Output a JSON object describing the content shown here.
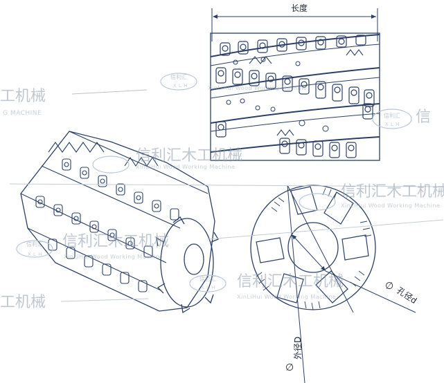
{
  "dimensions": {
    "length_label": "长度",
    "bore_label": "孔径d",
    "outer_label": "外径D",
    "diameter_symbol": "∅"
  },
  "watermark": {
    "cn": "信利汇木工机械",
    "cn_partial_left": "工机械",
    "cn_partial_bottom": "工机械",
    "en": "XinLiHui Wood Working Machine",
    "logo_cn": "信利汇",
    "logo_en": "X L H"
  },
  "colors": {
    "line": "#2b3f66",
    "watermark": "#8c9aaa"
  }
}
